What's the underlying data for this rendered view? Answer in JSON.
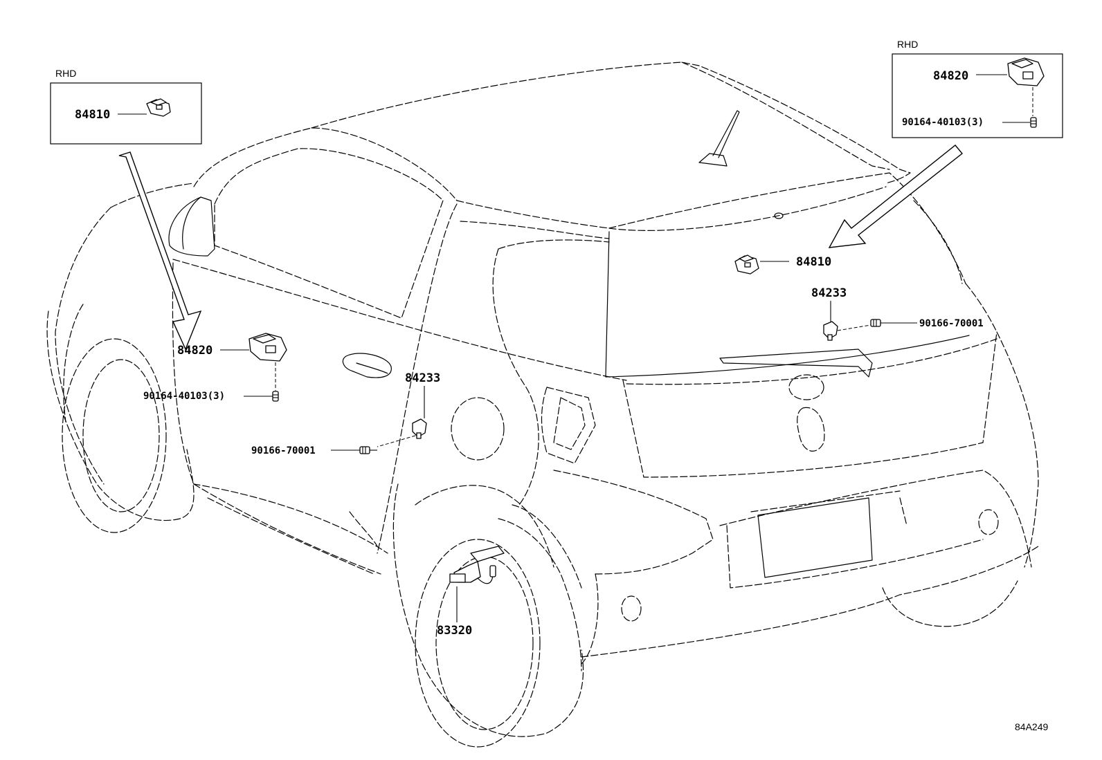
{
  "rhd_left": {
    "label": "RHD",
    "part": "84810"
  },
  "rhd_right": {
    "label": "RHD",
    "part_switch": "84820",
    "part_screw": "90164-40103(3)"
  },
  "callouts": {
    "p84810_rear": "84810",
    "p84233_right": "84233",
    "p90166_right": "90166-70001",
    "p84820_left": "84820",
    "p90164_left": "90164-40103(3)",
    "p84233_left": "84233",
    "p90166_left": "90166-70001",
    "p83320": "83320"
  },
  "figure_id": "84A249"
}
